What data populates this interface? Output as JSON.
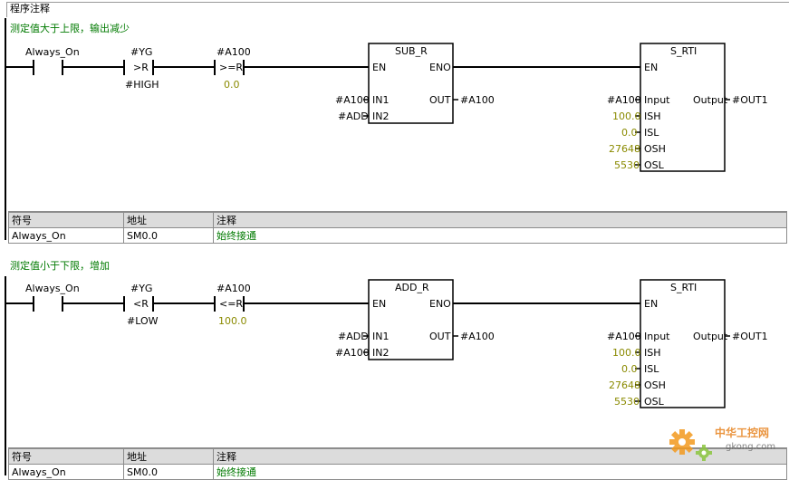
{
  "header": {
    "title": "程序注释"
  },
  "networks": [
    {
      "comment": "测定值大于上限，输出减少",
      "contact1": {
        "label": "Always_On"
      },
      "compare1": {
        "top": "#YG",
        "op": ">R",
        "bottom": "#HIGH"
      },
      "compare2": {
        "top": "#A100",
        "op": ">=R",
        "bottom": "0.0"
      },
      "math": {
        "title": "SUB_R",
        "en": "EN",
        "eno": "ENO",
        "in1": "IN1",
        "in2": "IN2",
        "out": "OUT",
        "in1_val": "#A100",
        "in2_val": "#ADD",
        "out_val": "#A100"
      },
      "scale": {
        "title": "S_RTI",
        "en": "EN",
        "input": "Input",
        "ish": "ISH",
        "isl": "ISL",
        "osh": "OSH",
        "osl": "OSL",
        "output": "Output",
        "input_val": "#A100",
        "ish_val": "100.0",
        "isl_val": "0.0",
        "osh_val": "27648",
        "osl_val": "5530",
        "output_val": "#OUT1"
      },
      "table": {
        "headers": [
          "符号",
          "地址",
          "注释"
        ],
        "rows": [
          [
            "Always_On",
            "SM0.0",
            "始终接通"
          ]
        ]
      }
    },
    {
      "comment": "测定值小于下限，增加",
      "contact1": {
        "label": "Always_On"
      },
      "compare1": {
        "top": "#YG",
        "op": "<R",
        "bottom": "#LOW"
      },
      "compare2": {
        "top": "#A100",
        "op": "<=R",
        "bottom": "100.0"
      },
      "math": {
        "title": "ADD_R",
        "en": "EN",
        "eno": "ENO",
        "in1": "IN1",
        "in2": "IN2",
        "out": "OUT",
        "in1_val": "#ADD",
        "in2_val": "#A100",
        "out_val": "#A100"
      },
      "scale": {
        "title": "S_RTI",
        "en": "EN",
        "input": "Input",
        "ish": "ISH",
        "isl": "ISL",
        "osh": "OSH",
        "osl": "OSL",
        "output": "Output",
        "input_val": "#A100",
        "ish_val": "100.0",
        "isl_val": "0.0",
        "osh_val": "27648",
        "osl_val": "5530",
        "output_val": "#OUT1"
      },
      "table": {
        "headers": [
          "符号",
          "地址",
          "注释"
        ],
        "rows": [
          [
            "Always_On",
            "SM0.0",
            "始终接通"
          ]
        ]
      }
    }
  ],
  "watermark": {
    "brand": "中华工控网",
    "domain": "gkong.com"
  },
  "colors": {
    "comment": "#007a00",
    "constant": "#8a8a00",
    "rung": "#000000"
  }
}
